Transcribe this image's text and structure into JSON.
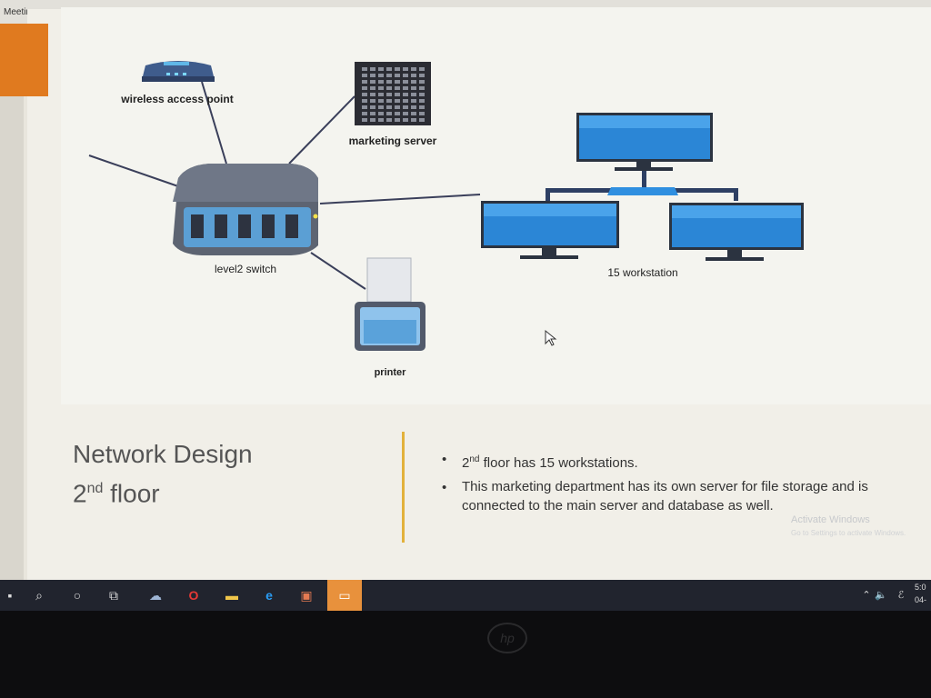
{
  "window": {
    "title": "Meeting"
  },
  "diagram": {
    "wireless_access_point": "wireless access point",
    "marketing_server": "marketing server",
    "switch": "level2 switch",
    "workstations": "15 workstation",
    "printer": "printer"
  },
  "slide": {
    "title_line1": "Network Design",
    "title_line2_prefix": "2",
    "title_line2_sup": "nd",
    "title_line2_suffix": " floor",
    "bullets": [
      {
        "prefix": "2",
        "sup": "nd",
        "text": " floor has 15 workstations."
      },
      {
        "prefix": "",
        "sup": "",
        "text": "This marketing  department has its own server for file storage and is connected to the main server and database as well."
      }
    ]
  },
  "watermark": {
    "title": "Activate Windows",
    "subtitle": "Go to Settings to activate Windows."
  },
  "taskbar": {
    "clock_time": "5:0",
    "clock_date": "04-"
  },
  "colors": {
    "accent_orange": "#e07a1f",
    "divider_gold": "#e2b13b",
    "taskbar": "#21242e",
    "monitor_blue": "#2b86d6"
  }
}
